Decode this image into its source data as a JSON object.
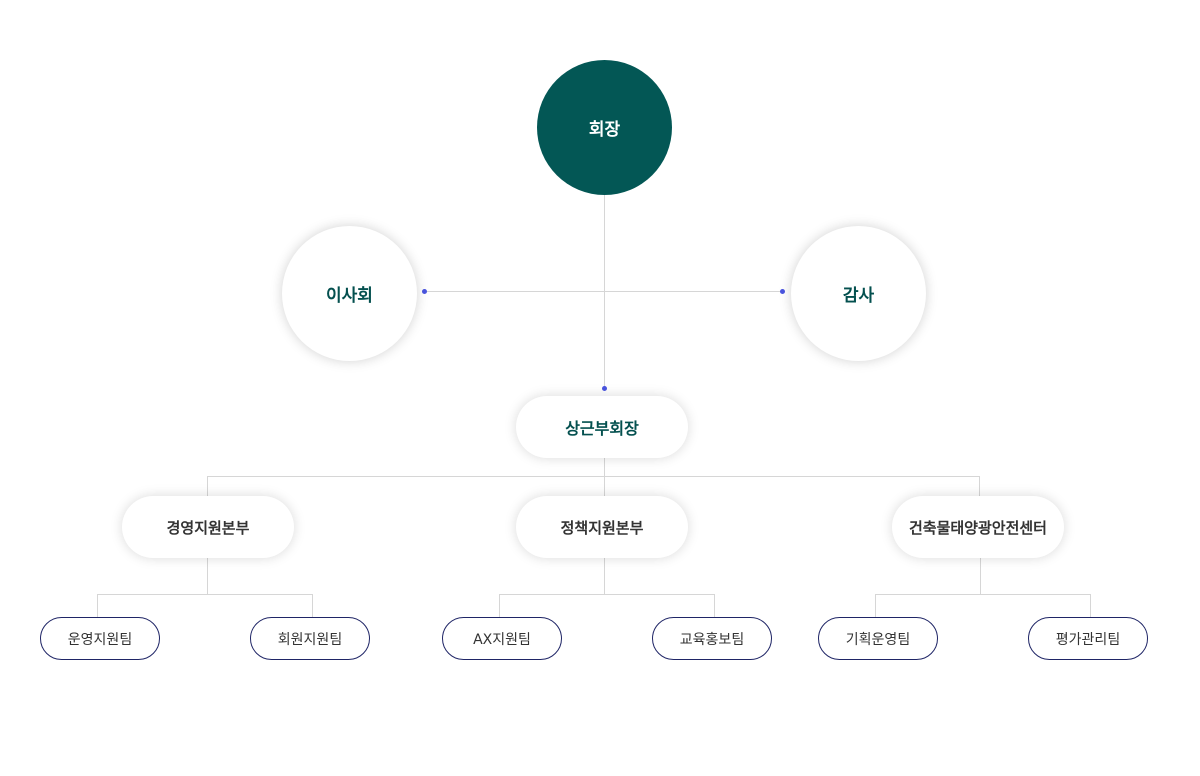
{
  "chart": {
    "chairman": "회장",
    "board": "이사회",
    "auditor": "감사",
    "vice_chairman": "상근부회장",
    "divisions": [
      {
        "label": "경영지원본부",
        "teams": [
          "운영지원팀",
          "회원지원팀"
        ]
      },
      {
        "label": "정책지원본부",
        "teams": [
          "AX지원팀",
          "교육홍보팀"
        ]
      },
      {
        "label": "건축물태양광안전센터",
        "teams": [
          "기획운영팀",
          "평가관리팀"
        ]
      }
    ]
  },
  "colors": {
    "chair_fill": "#035755",
    "accent_text": "#04504f",
    "connector_dot": "#4a55e0",
    "team_border": "#1f2566",
    "line": "#d6d6d6"
  }
}
